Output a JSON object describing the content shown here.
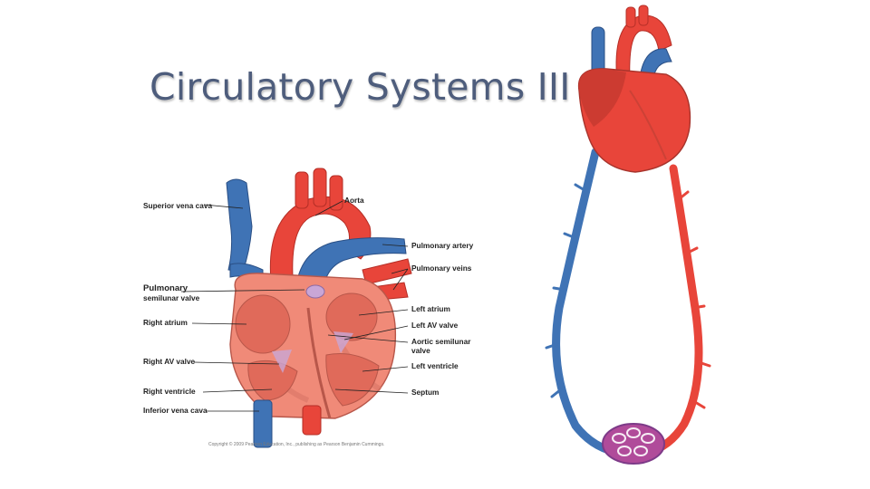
{
  "slide": {
    "title": "Circulatory Systems III"
  },
  "heart_diagram": {
    "labels": {
      "superior_vena_cava": "Superior vena cava",
      "aorta": "Aorta",
      "pulmonary_artery": "Pulmonary artery",
      "pulmonary_veins": "Pulmonary veins",
      "pulmonary_semilunar_valve_1": "Pulmonary",
      "pulmonary_semilunar_valve_2": "semilunar valve",
      "left_atrium": "Left atrium",
      "right_atrium": "Right atrium",
      "left_av_valve": "Left AV valve",
      "aortic_semilunar_valve_1": "Aortic semilunar",
      "aortic_semilunar_valve_2": "valve",
      "right_av_valve": "Right AV valve",
      "left_ventricle": "Left ventricle",
      "right_ventricle": "Right ventricle",
      "septum": "Septum",
      "inferior_vena_cava": "Inferior vena cava"
    },
    "copyright": "Copyright © 2009 Pearson Education, Inc., publishing as Pearson Benjamin Cummings."
  },
  "colors": {
    "title": "#4e5d7c",
    "oxygenated": "#e8453a",
    "deoxygenated": "#3f73b5",
    "muscle": "#f08a78",
    "valve": "#c9a6d6"
  }
}
